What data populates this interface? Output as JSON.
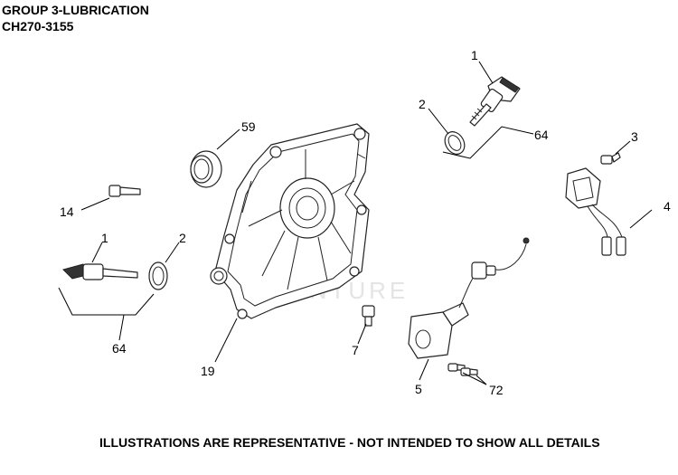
{
  "header": {
    "title": "GROUP 3-LUBRICATION",
    "model": "CH270-3155"
  },
  "footer": {
    "note": "ILLUSTRATIONS ARE REPRESENTATIVE - NOT INTENDED TO SHOW ALL DETAILS"
  },
  "watermark": "VENTURE",
  "callouts": [
    "1",
    "2",
    "64",
    "59",
    "3",
    "14",
    "1",
    "2",
    "4",
    "64",
    "7",
    "19",
    "5",
    "72"
  ]
}
